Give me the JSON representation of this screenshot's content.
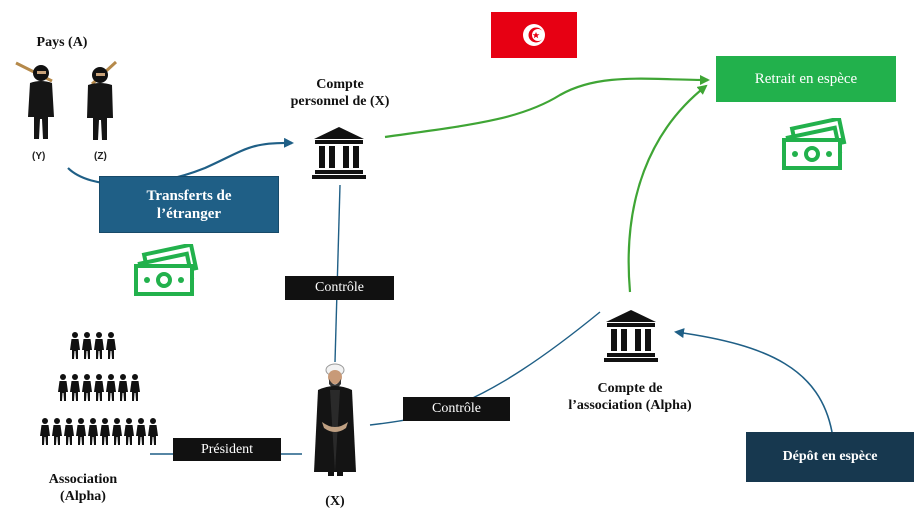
{
  "country": {
    "label": "Pays (A)"
  },
  "person_y": {
    "label": "(Y)"
  },
  "person_z": {
    "label": "(Z)"
  },
  "personal_account": {
    "label_line1": "Compte",
    "label_line2": "personnel de (X)"
  },
  "transfers": {
    "label_line1": "Transferts de",
    "label_line2": "l’étranger"
  },
  "withdrawal": {
    "label": "Retrait en espèce"
  },
  "control_top": {
    "label": "Contrôle"
  },
  "control_right": {
    "label": "Contrôle"
  },
  "president": {
    "label": "Président"
  },
  "person_x": {
    "label": "(X)"
  },
  "association": {
    "label_line1": "Association",
    "label_line2": "(Alpha)"
  },
  "association_account": {
    "label_line1": "Compte de",
    "label_line2": "l’association (Alpha)"
  },
  "deposit": {
    "label": "Dépôt en espèce"
  },
  "colors": {
    "green": "#22b14c",
    "blue": "#1f5f86",
    "navy": "#17384f",
    "black": "#111111",
    "flag_red": "#e70013"
  },
  "icons": [
    "tunisia-flag-icon",
    "bank-icon",
    "cash-icon",
    "person-icon",
    "crowd-icon"
  ]
}
